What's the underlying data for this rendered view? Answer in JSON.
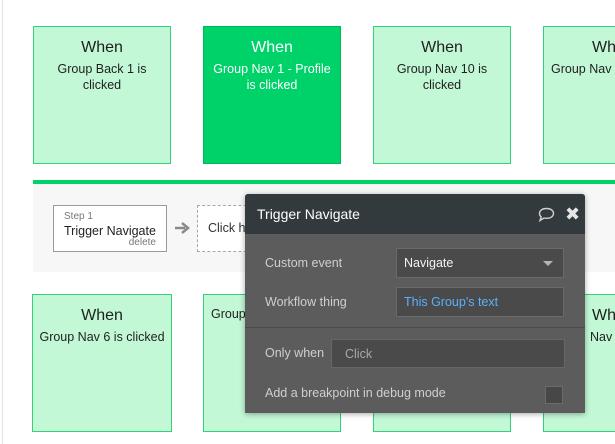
{
  "cards_top": [
    {
      "when": "When",
      "desc": "Group Back 1 is clicked"
    },
    {
      "when": "When",
      "desc": "Group Nav 1 - Profile is clicked"
    },
    {
      "when": "When",
      "desc": "Group Nav 10 is clicked"
    },
    {
      "when": "When",
      "desc": "Group Nav ..."
    }
  ],
  "cards_bottom": [
    {
      "when": "When",
      "desc": "Group Nav 6 is clicked"
    },
    {
      "when": "",
      "desc": "Group ..."
    },
    {
      "when": "",
      "desc": ""
    },
    {
      "when": "When",
      "desc": "Nav ..."
    }
  ],
  "workflow": {
    "step_number": "Step 1",
    "step_title": "Trigger Navigate",
    "step_delete": "delete",
    "add_step_text": "Click here to add an action..."
  },
  "panel": {
    "title": "Trigger Navigate",
    "custom_event_label": "Custom event",
    "custom_event_value": "Navigate",
    "workflow_thing_label": "Workflow thing",
    "workflow_thing_value": "This Group's text",
    "only_when_label": "Only when",
    "only_when_placeholder": "Click",
    "breakpoint_label": "Add a breakpoint in debug mode"
  },
  "colors": {
    "card_bg": "#c2f8d6",
    "card_active_bg": "#00d26a",
    "accent_green": "#00d26a",
    "panel_header": "#333a3d",
    "panel_body": "#5c5c5c",
    "link_blue": "#5ab0ff"
  },
  "icons": [
    "arrow-right-icon",
    "chat-bubble-icon",
    "close-icon",
    "chevron-down-icon"
  ]
}
